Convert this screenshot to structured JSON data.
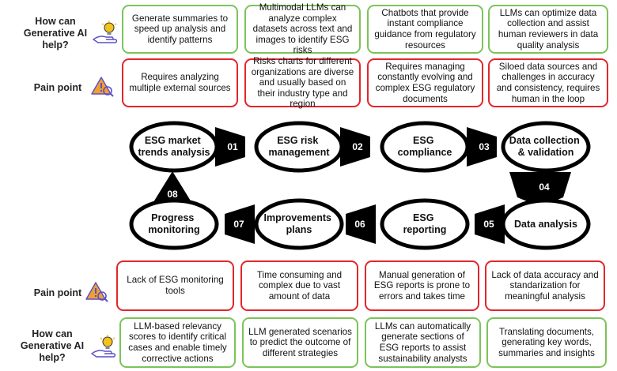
{
  "labels": {
    "help_top": [
      "How can",
      "Generative AI",
      "help?"
    ],
    "pain_top": "Pain point",
    "pain_bottom": "Pain point",
    "help_bottom": [
      "How can",
      "Generative AI",
      "help?"
    ]
  },
  "top_help": [
    "Generate summaries to speed up analysis and identify patterns",
    "Multimodal LLMs can analyze complex datasets across text and images to identify ESG risks",
    "Chatbots that provide instant compliance guidance from regulatory resources",
    "LLMs can optimize data collection and assist human reviewers in data quality analysis"
  ],
  "top_pain": [
    "Requires analyzing multiple external sources",
    "Risks charts for different organizations are diverse and usually based on their industry type and region",
    "Requires managing constantly evolving and complex ESG regulatory documents",
    "Siloed data sources and challenges in accuracy and consistency, requires human in the loop"
  ],
  "bottom_pain": [
    "Lack of ESG monitoring tools",
    "Time consuming and complex due to vast amount of data",
    "Manual generation of ESG reports is prone to errors and takes time",
    "Lack of data accuracy and standarization for meaningful analysis"
  ],
  "bottom_help": [
    "LLM-based relevancy scores to identify critical cases and enable timely corrective actions",
    "LLM generated scenarios to predict the outcome of different strategies",
    "LLMs can automatically generate sections of ESG reports to assist sustainability analysts",
    "Translating documents, generating key words, summaries and insights"
  ],
  "stages": [
    {
      "id": "esg-market-trends-analysis",
      "lines": [
        "ESG market",
        "trends analysis"
      ]
    },
    {
      "id": "esg-risk-management",
      "lines": [
        "ESG risk",
        "management"
      ]
    },
    {
      "id": "esg-compliance",
      "lines": [
        "ESG",
        "compliance"
      ]
    },
    {
      "id": "data-collection-validation",
      "lines": [
        "Data collection",
        "& validation"
      ]
    },
    {
      "id": "data-analysis",
      "lines": [
        "Data analysis"
      ]
    },
    {
      "id": "esg-reporting",
      "lines": [
        "ESG",
        "reporting"
      ]
    },
    {
      "id": "improvements-plans",
      "lines": [
        "Improvements",
        "plans"
      ]
    },
    {
      "id": "progress-monitoring",
      "lines": [
        "Progress",
        "monitoring"
      ]
    }
  ],
  "step_numbers": [
    "01",
    "02",
    "03",
    "04",
    "05",
    "06",
    "07",
    "08"
  ],
  "colors": {
    "help_border": "#7cc35a",
    "pain_border": "#e2262b",
    "flow": "#000000",
    "lightbulb": "#f5c21b",
    "hand": "#5b4fc7",
    "warning_fill": "#f0a030",
    "magnifier": "#5b4fc7"
  },
  "icons": {
    "help": "hand-lightbulb-icon",
    "pain": "warning-magnifier-icon"
  }
}
